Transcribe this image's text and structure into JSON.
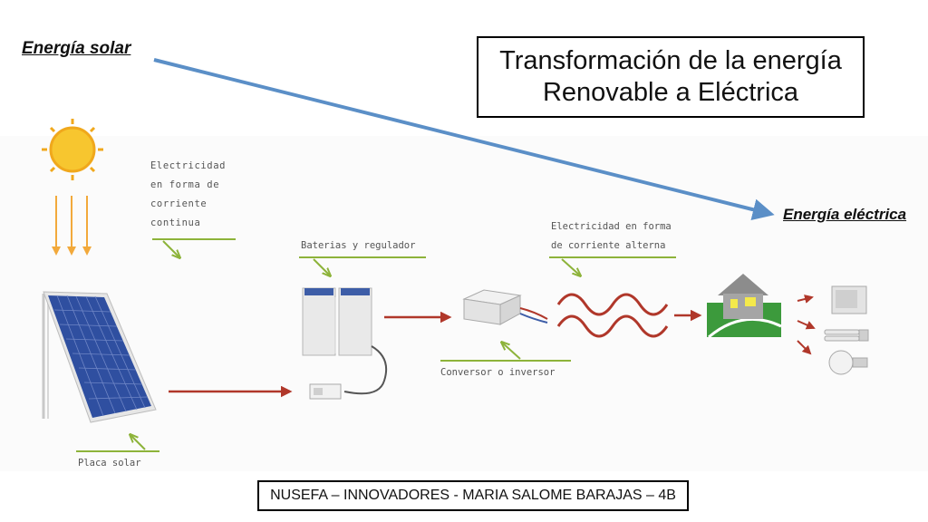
{
  "title": {
    "line1": "Transformación de la energía",
    "line2": "Renovable a Eléctrica"
  },
  "source_label": "Energía solar",
  "target_label": "Energía eléctrica",
  "labels": {
    "dc_electricity": [
      "Electricidad",
      "en forma de",
      "corriente",
      "continua"
    ],
    "batteries": "Baterias y regulador",
    "ac_electricity": [
      "Electricidad en forma",
      "de corriente alterna"
    ],
    "converter": "Conversor o inversor",
    "panel": "Placa solar"
  },
  "footer": "NUSEFA – INNOVADORES -  MARIA SALOME BARAJAS – 4B",
  "colors": {
    "blue_arrow": "#5b8fc7",
    "red_arrow": "#b0372a",
    "green_pointer": "#8db33a",
    "sun": "#f7c62f",
    "panel": "#2f4fa0",
    "house_grass": "#3c9a3c",
    "wave": "#b0372a"
  }
}
